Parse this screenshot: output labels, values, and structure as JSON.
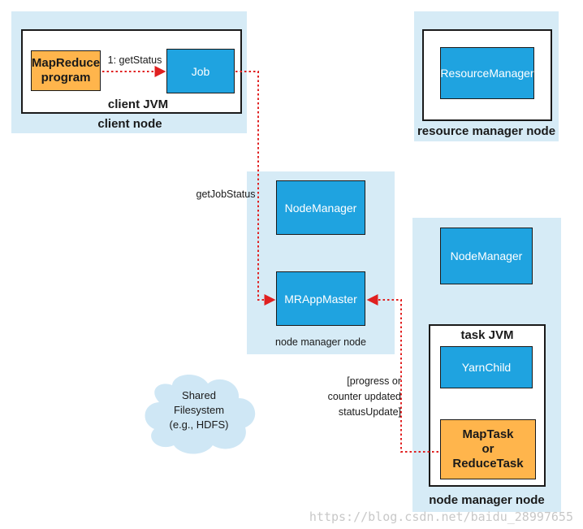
{
  "client_node": {
    "label": "client node",
    "jvm_label": "client JVM",
    "program": "MapReduce\nprogram",
    "job": "Job"
  },
  "resource_manager_node": {
    "label": "resource manager node",
    "service": "ResourceManager"
  },
  "node_manager_node_1": {
    "label": "node manager node",
    "node_manager": "NodeManager",
    "app_master": "MRAppMaster"
  },
  "node_manager_node_2": {
    "label": "node manager node",
    "node_manager": "NodeManager",
    "jvm_label": "task JVM",
    "yarn_child": "YarnChild",
    "task": "MapTask\nor\nReduceTask"
  },
  "shared_fs": "Shared\nFilesystem\n(e.g., HDFS)",
  "edges": {
    "get_status": "1: getStatus",
    "get_job_status": "getJobStatus",
    "status_update": "[progress or\ncounter updated\nstatusUpdate]"
  },
  "colors": {
    "node_bg": "#d6ebf6",
    "service": "#1fa3e0",
    "program": "#ffb54c",
    "arrow": "#e02020"
  },
  "watermark": "https://blog.csdn.net/baidu_28997655"
}
